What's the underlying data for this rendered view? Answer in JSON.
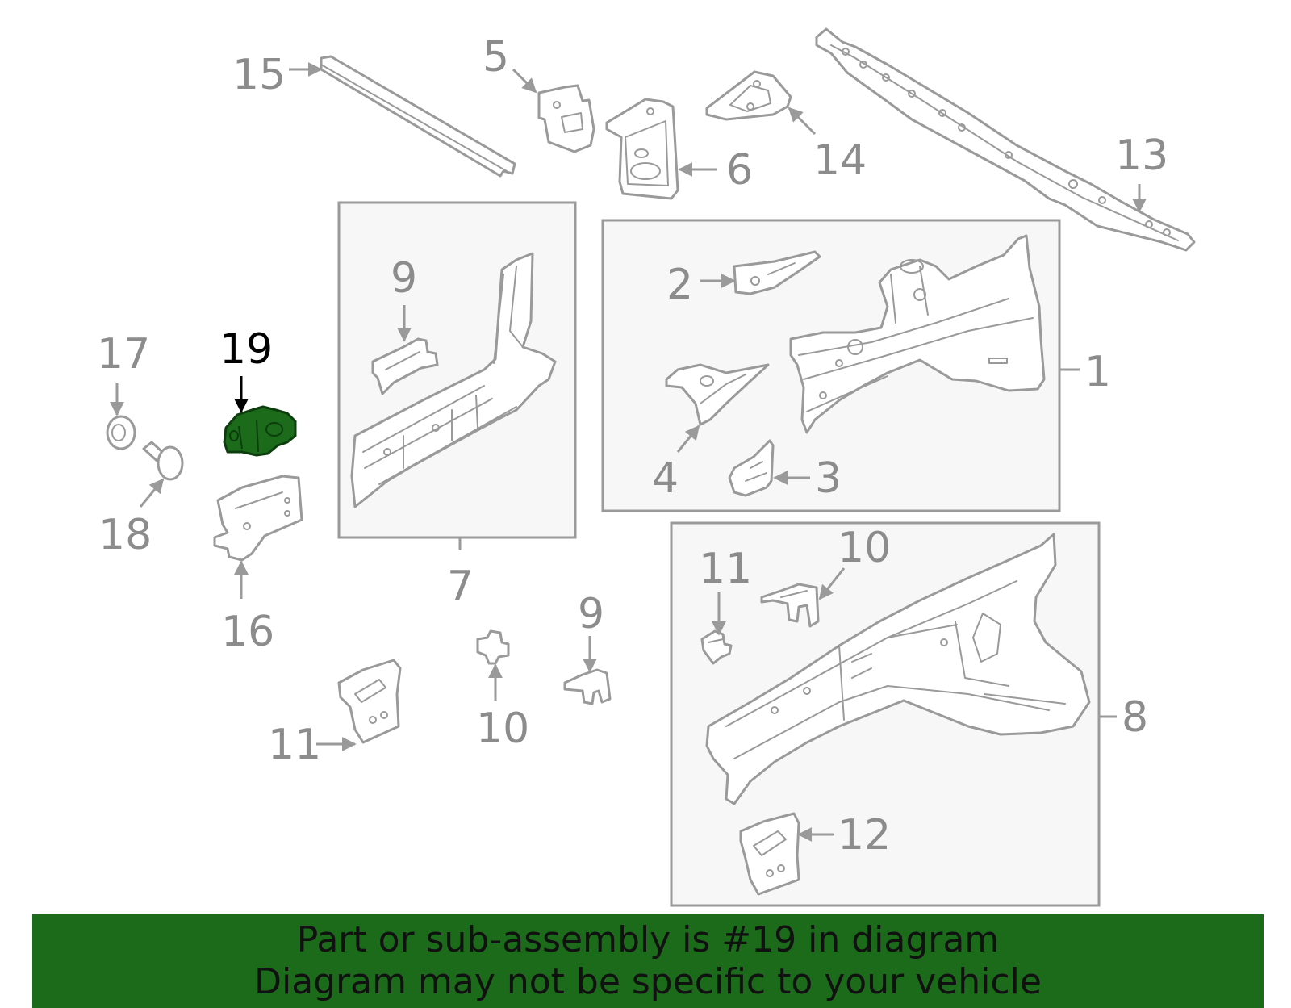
{
  "colors": {
    "line": "#9a9a9a",
    "label": "#8c8c8c",
    "highlight_fill": "#1b6b1b",
    "highlight_stroke": "#0c3d0c",
    "highlight_label": "#000000",
    "box_fill": "#f7f7f7",
    "banner": "#1b6b1b",
    "banner_text": "#111111"
  },
  "highlighted_part": "19",
  "callouts": [
    {
      "id": "1",
      "text": "1"
    },
    {
      "id": "2",
      "text": "2"
    },
    {
      "id": "3",
      "text": "3"
    },
    {
      "id": "4",
      "text": "4"
    },
    {
      "id": "5",
      "text": "5"
    },
    {
      "id": "6",
      "text": "6"
    },
    {
      "id": "7",
      "text": "7"
    },
    {
      "id": "8",
      "text": "8"
    },
    {
      "id": "9a",
      "text": "9"
    },
    {
      "id": "9b",
      "text": "9"
    },
    {
      "id": "10a",
      "text": "10"
    },
    {
      "id": "10b",
      "text": "10"
    },
    {
      "id": "11a",
      "text": "11"
    },
    {
      "id": "11b",
      "text": "11"
    },
    {
      "id": "12",
      "text": "12"
    },
    {
      "id": "13",
      "text": "13"
    },
    {
      "id": "14",
      "text": "14"
    },
    {
      "id": "15",
      "text": "15"
    },
    {
      "id": "16",
      "text": "16"
    },
    {
      "id": "17",
      "text": "17"
    },
    {
      "id": "18",
      "text": "18"
    },
    {
      "id": "19",
      "text": "19"
    }
  ],
  "banner": {
    "line1": "Part or sub-assembly is #19 in diagram",
    "line2": "Diagram may not be specific to your vehicle"
  }
}
